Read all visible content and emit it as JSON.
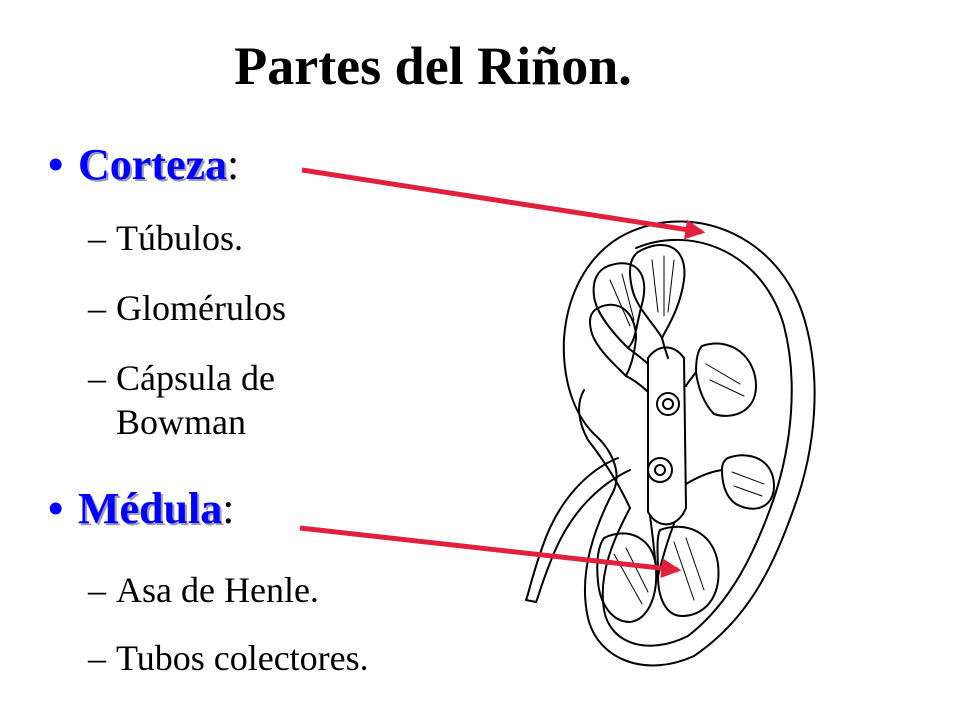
{
  "slide": {
    "title": "Partes del Riñon.",
    "sections": [
      {
        "term": "Corteza",
        "suffix": ":",
        "items": [
          "Túbulos.",
          "Glomérulos",
          "Cápsula de\nBowman"
        ]
      },
      {
        "term": "Médula",
        "suffix": ":",
        "items": [
          "Asa de Henle.",
          "Tubos colectores."
        ]
      }
    ]
  },
  "colors": {
    "term": "#0000FF",
    "arrow": "#E0203C",
    "text": "#000000",
    "background": "#FFFFFF"
  },
  "figure": {
    "icon": "kidney-cross-section-illustration"
  }
}
